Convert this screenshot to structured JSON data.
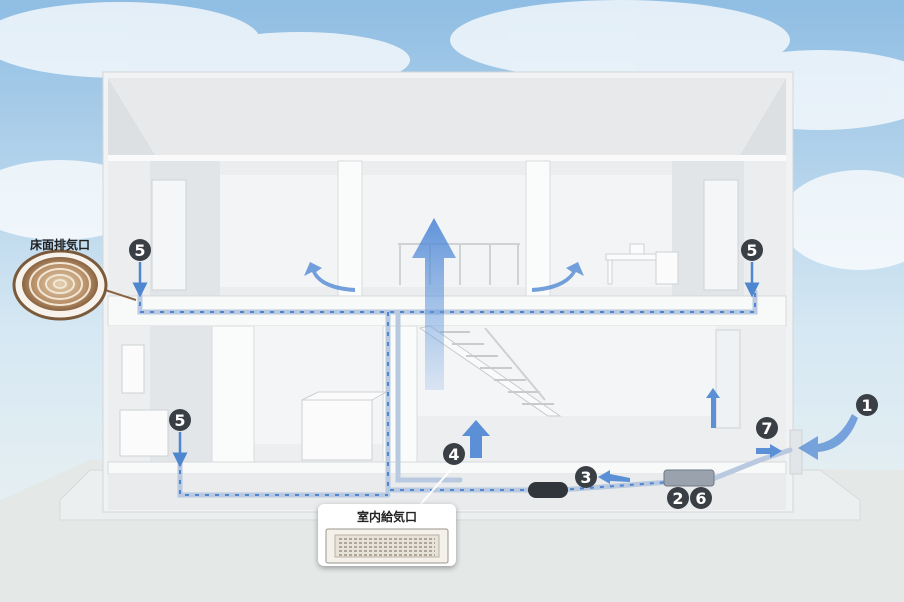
{
  "callouts": {
    "floor_exhaust_vent": "床面排気口",
    "indoor_supply_vent": "室内給気口"
  },
  "markers": {
    "m1": "1",
    "m2": "2",
    "m3": "3",
    "m4": "4",
    "m5": "5",
    "m6": "6",
    "m7": "7"
  },
  "colors": {
    "sky_top": "#9cc6e6",
    "sky_bottom": "#e8f2f4",
    "ground": "#e6ebea",
    "house_wall": "#f3f4f4",
    "house_shadow": "#c9cdcf",
    "airflow_arrow": "#5b8fd6",
    "badge": "#3a3f45",
    "vent_wood": "#b08a5e"
  }
}
